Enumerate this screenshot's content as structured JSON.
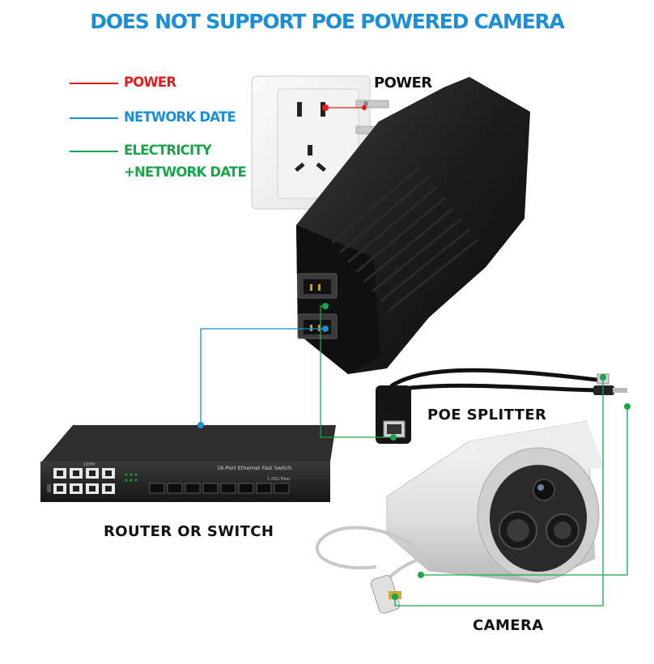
{
  "title": "DOES NOT SUPPORT POE POWERED CAMERA",
  "legend": [
    {
      "label": "POWER",
      "color": "#e11d1d"
    },
    {
      "label": "NETWORK DATE",
      "color": "#1a8fd8"
    },
    {
      "label_line1": "ELECTRICITY",
      "label_line2": "+NETWORK DATE",
      "color": "#1aa54a"
    }
  ],
  "labels": {
    "power": "POWER",
    "poe_splitter": "POE SPLITTER",
    "router": "ROUTER OR SWITCH",
    "camera": "CAMERA"
  },
  "switch_text": {
    "name": "16-Port Ethernet Fast Switch",
    "fiber": "1.25G Fiber",
    "speed": "100M"
  },
  "colors": {
    "power": "#e11d1d",
    "network": "#1a8fd8",
    "combined": "#1aa54a",
    "device": "#1c1c1c"
  }
}
